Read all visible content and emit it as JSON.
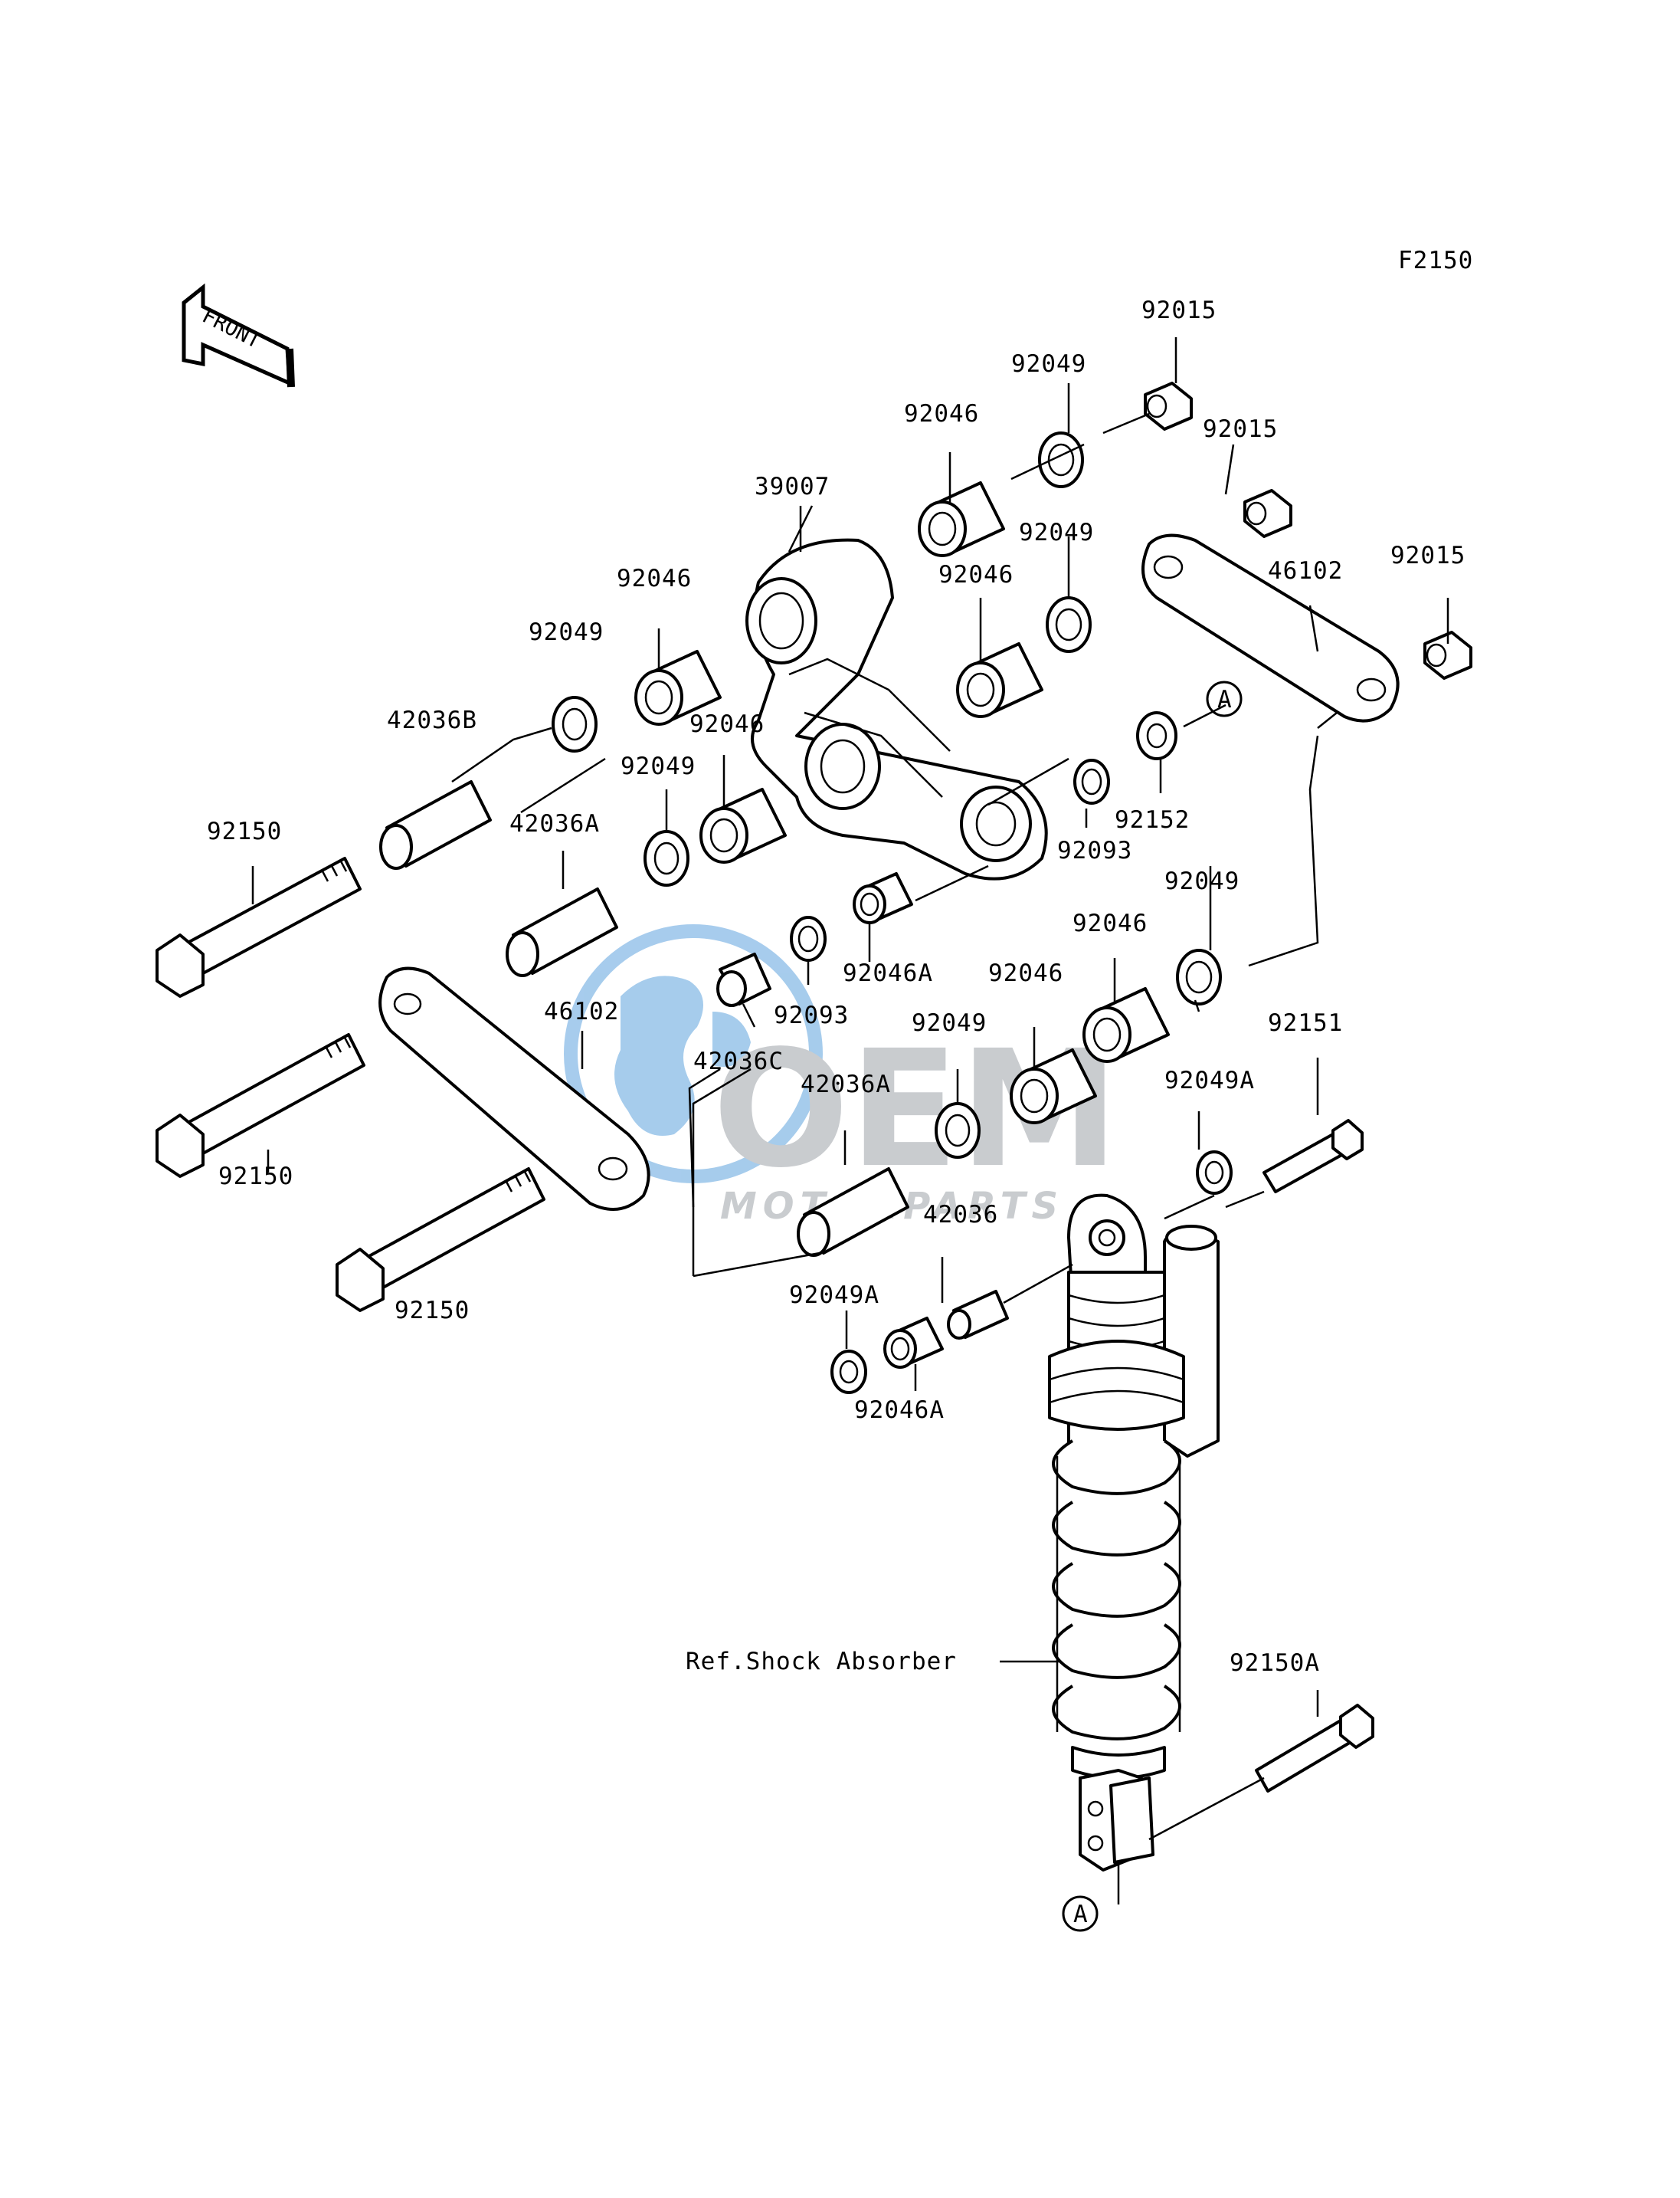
{
  "diagram_code": "F2150",
  "front_label": "FRONT",
  "ref_label": "Ref.Shock Absorber",
  "watermark": {
    "logo_text": "OEM",
    "sub_text": "MOTORPARTS"
  },
  "marker_A": "A",
  "part_numbers": [
    "92015",
    "92049",
    "92015",
    "92046",
    "39007",
    "92049",
    "92015",
    "46102",
    "92046",
    "92046",
    "92049",
    "42036B",
    "92046",
    "92049",
    "92152",
    "92093",
    "92150",
    "42036A",
    "92049",
    "92046",
    "92046A",
    "42036C",
    "92093",
    "46102",
    "92046",
    "92049",
    "92151",
    "42036A",
    "92049A",
    "92150",
    "42036",
    "92150",
    "92049A",
    "92046A",
    "92150A"
  ],
  "colors": {
    "line": "#000000",
    "watermark_blue": "#3b8fd6",
    "watermark_grey": "#8a8f96"
  }
}
